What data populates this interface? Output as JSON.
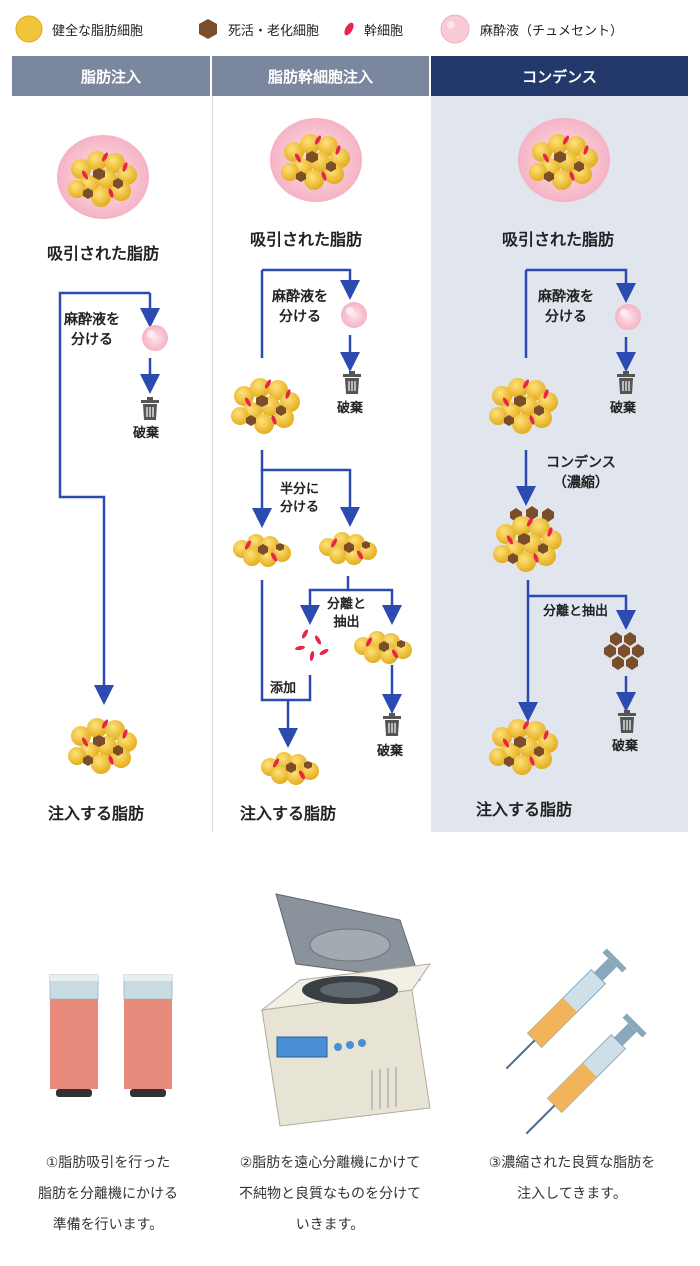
{
  "legend": {
    "healthy": "健全な脂肪細胞",
    "dead": "死活・老化細胞",
    "stem": "幹細胞",
    "anesthetic": "麻酔液（チュメセント）"
  },
  "columns": [
    {
      "title": "脂肪注入"
    },
    {
      "title": "脂肪幹細胞注入"
    },
    {
      "title": "コンデンス"
    }
  ],
  "col1": {
    "aspirated": "吸引された脂肪",
    "separate": "麻酔液を\n分ける",
    "discard": "破棄",
    "inject": "注入する脂肪"
  },
  "col2": {
    "aspirated": "吸引された脂肪",
    "separate": "麻酔液を\n分ける",
    "discard": "破棄",
    "half": "半分に\n分ける",
    "extract": "分離と\n抽出",
    "add": "添加",
    "discard2": "破棄",
    "inject": "注入する脂肪"
  },
  "col3": {
    "aspirated": "吸引された脂肪",
    "separate": "麻酔液を\n分ける",
    "discard": "破棄",
    "condense": "コンデンス\n（濃縮）",
    "extract": "分離と抽出",
    "discard2": "破棄",
    "inject": "注入する脂肪"
  },
  "captions": [
    "①脂肪吸引を行った\n脂肪を分離機にかける\n準備を行います。",
    "②脂肪を遠心分離機にかけて\n不純物と良質なものを分けて\nいきます。",
    "③濃縮された良質な脂肪を\n注入してきます。"
  ],
  "colors": {
    "header": "#7b879e",
    "header_active": "#24396b",
    "arrow": "#2b4bb0",
    "col3_bg": "#e1e5ee",
    "healthy": "#f0c53a",
    "dead": "#7a4e2a",
    "stem": "#e8234d",
    "anesthetic": "#f9c9d4"
  },
  "icons": [
    "trash-icon",
    "centrifuge-icon",
    "syringe-icon",
    "test-tube-icon"
  ]
}
